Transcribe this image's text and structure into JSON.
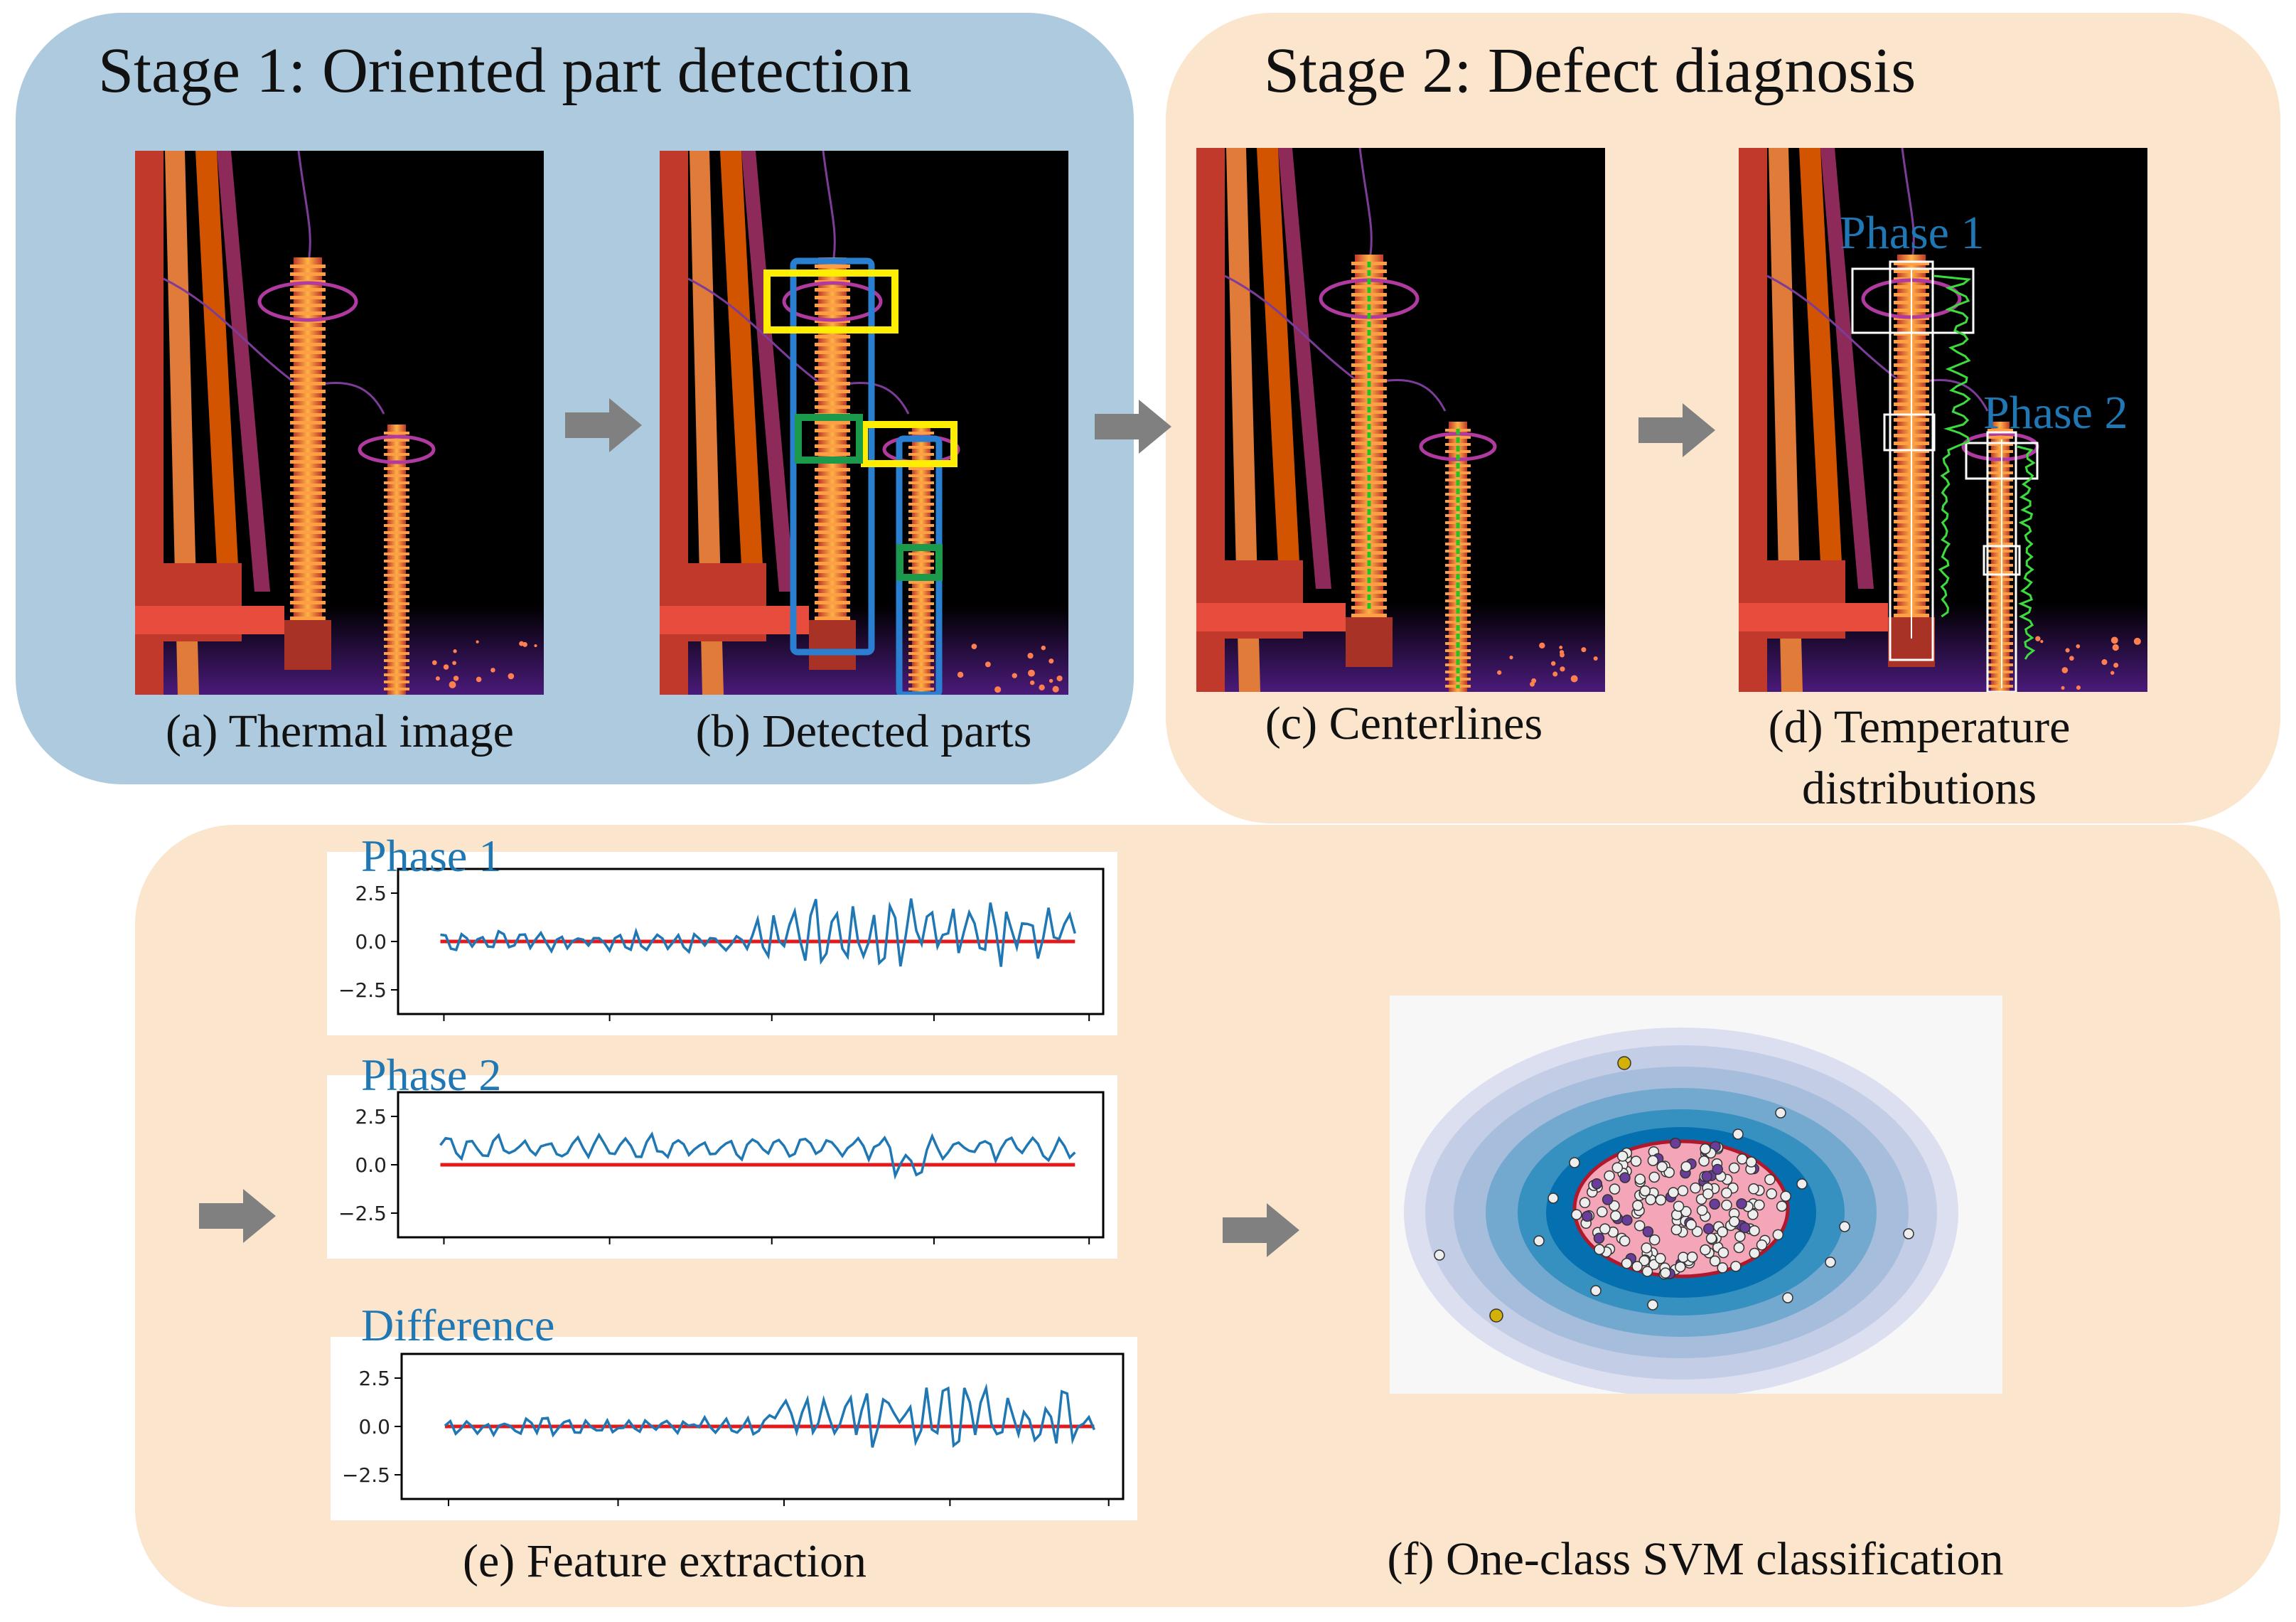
{
  "stage1": {
    "title": "Stage 1: Oriented part detection"
  },
  "stage2": {
    "title": "Stage 2: Defect diagnosis"
  },
  "captions": {
    "a": "(a) Thermal image",
    "b": "(b) Detected parts",
    "c": "(c) Centerlines",
    "d_line1": "(d) Temperature",
    "d_line2": "distributions",
    "e": "(e) Feature extraction",
    "f": "(f) One-class SVM classification"
  },
  "overlay_labels": {
    "phase1": "Phase 1",
    "phase2": "Phase 2"
  },
  "plots": {
    "phase1_label": "Phase 1",
    "phase2_label": "Phase 2",
    "difference_label": "Difference",
    "yticks": [
      "2.5",
      "0.0",
      "−2.5"
    ]
  },
  "colors": {
    "stage1_bg": "#aecadf",
    "stage2_bg": "#fbe5cd",
    "label_blue": "#1f77b4",
    "detect_yellow": "#ffee00",
    "detect_green": "#1a9a4a",
    "detect_blue": "#2a7fd0",
    "signal_blue": "#1f77b4",
    "baseline_red": "#e31a1c",
    "arrow_gray": "#808080"
  },
  "icons": [
    "right-arrow-icon"
  ]
}
